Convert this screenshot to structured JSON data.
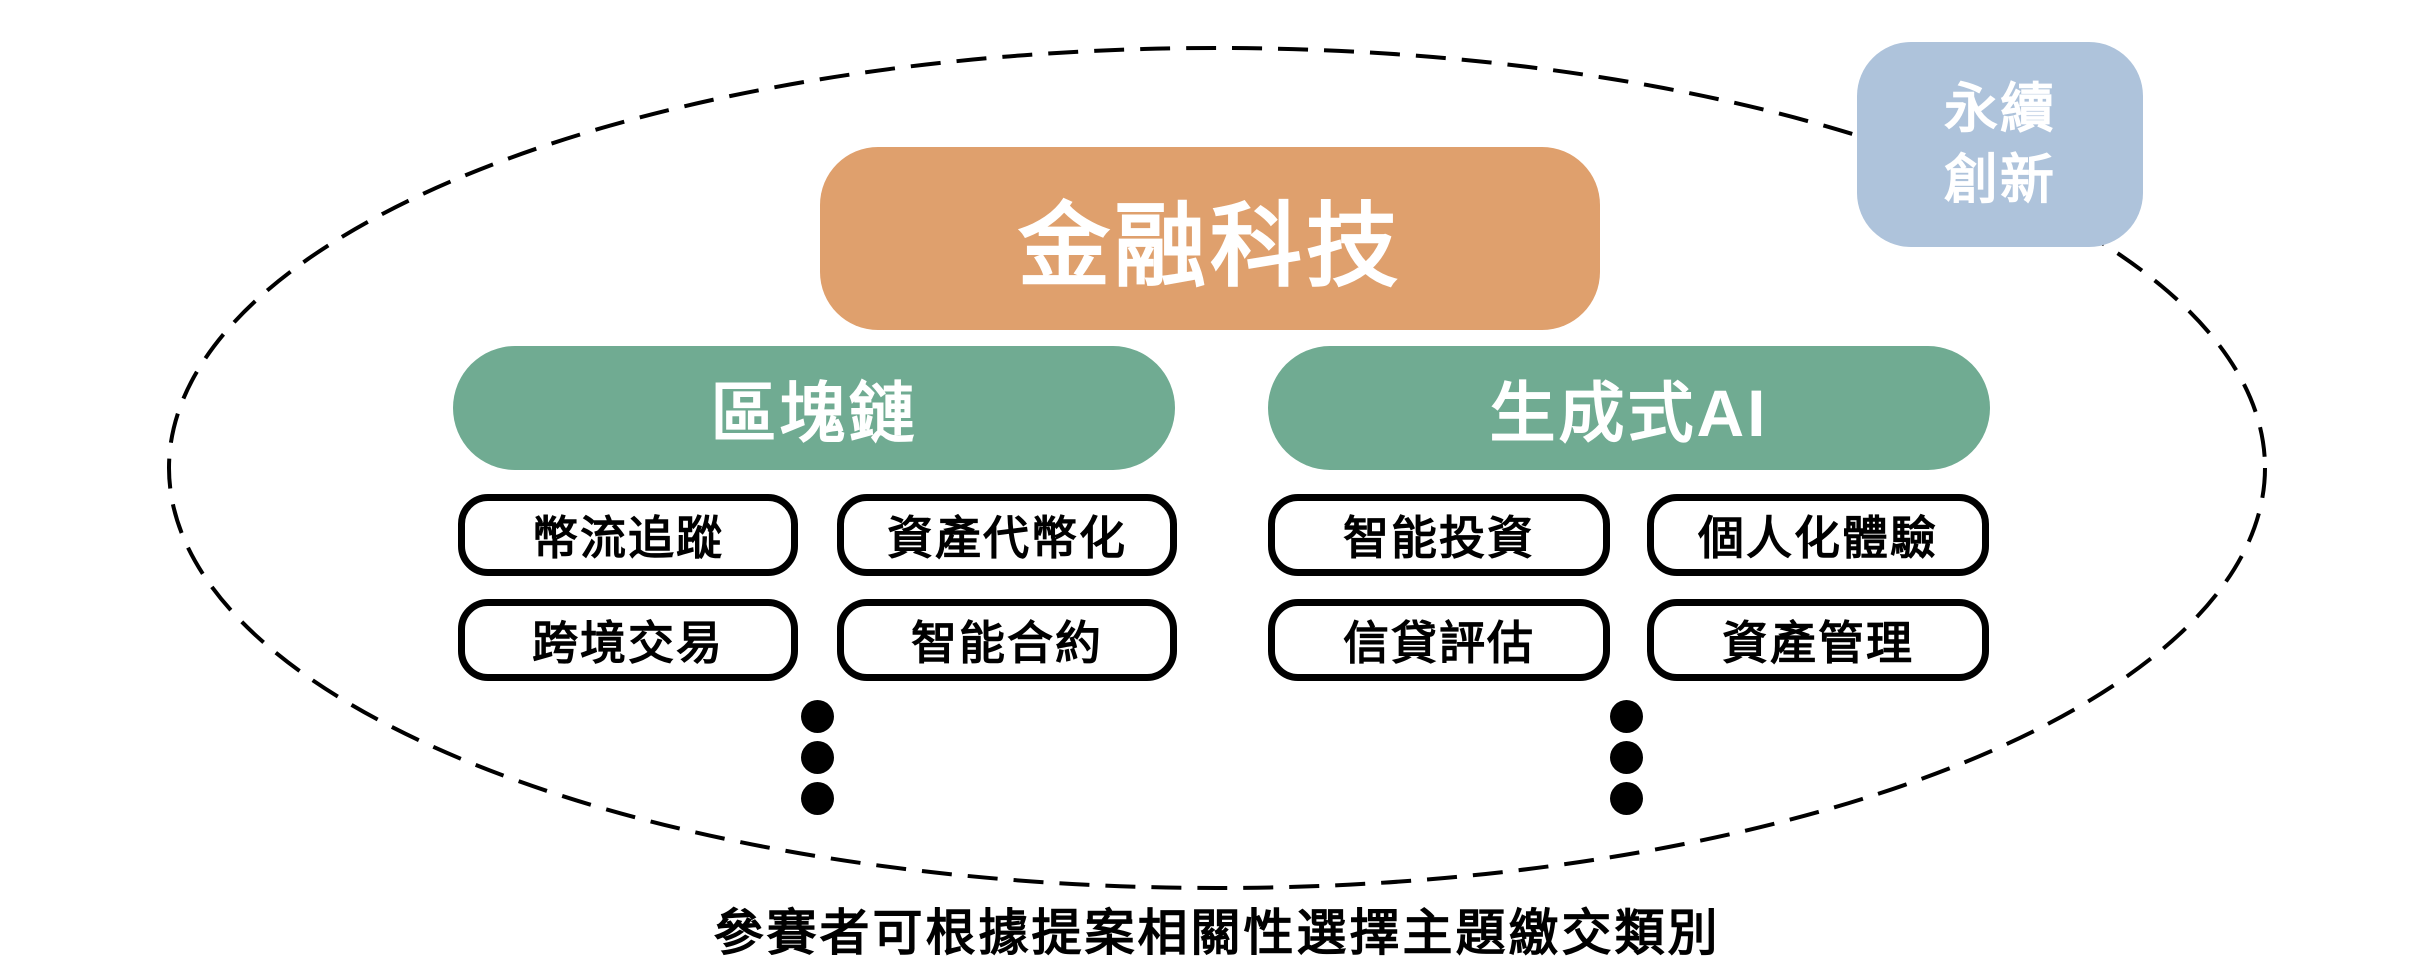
{
  "colors": {
    "root_bg": "#DFA06D",
    "branch_bg": "#70AB92",
    "floating_bg": "#AEC3DB",
    "pill_border": "#000000",
    "pill_bg": "#FFFFFF",
    "text_on_color": "#FFFFFF",
    "text_dark": "#000000",
    "boundary_stroke": "#000000"
  },
  "root": {
    "label": "金融科技"
  },
  "floating_badge": {
    "label": "永續創新",
    "line1": "永續",
    "line2": "創新"
  },
  "branches": [
    {
      "label": "區塊鏈",
      "items": [
        "幣流追蹤",
        "資產代幣化",
        "跨境交易",
        "智能合約"
      ]
    },
    {
      "label": "生成式AI",
      "items": [
        "智能投資",
        "個人化體驗",
        "信貸評估",
        "資產管理"
      ]
    }
  ],
  "icons": {
    "more_indicator_left": "vertical-ellipsis-icon",
    "more_indicator_right": "vertical-ellipsis-icon"
  },
  "caption": "參賽者可根據提案相關性選擇主題繳交類別"
}
